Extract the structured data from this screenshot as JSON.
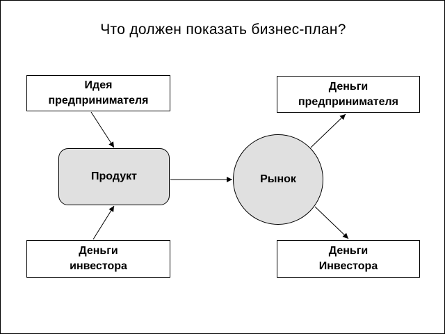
{
  "title": "Что должен показать бизнес-план?",
  "nodes": {
    "idea": {
      "line1": "Идея",
      "line2": "предпринимателя"
    },
    "product": "Продукт",
    "investor_money": {
      "line1": "Деньги",
      "line2": "инвестора"
    },
    "market": "Рынок",
    "entrepreneur_money": {
      "line1": "Деньги",
      "line2": "предпринимателя"
    },
    "investor_return": {
      "line1": "Деньги",
      "line2": "Инвестора"
    }
  },
  "colors": {
    "shape_fill": "#e0e0e0",
    "stroke": "#000000",
    "background": "#ffffff"
  }
}
